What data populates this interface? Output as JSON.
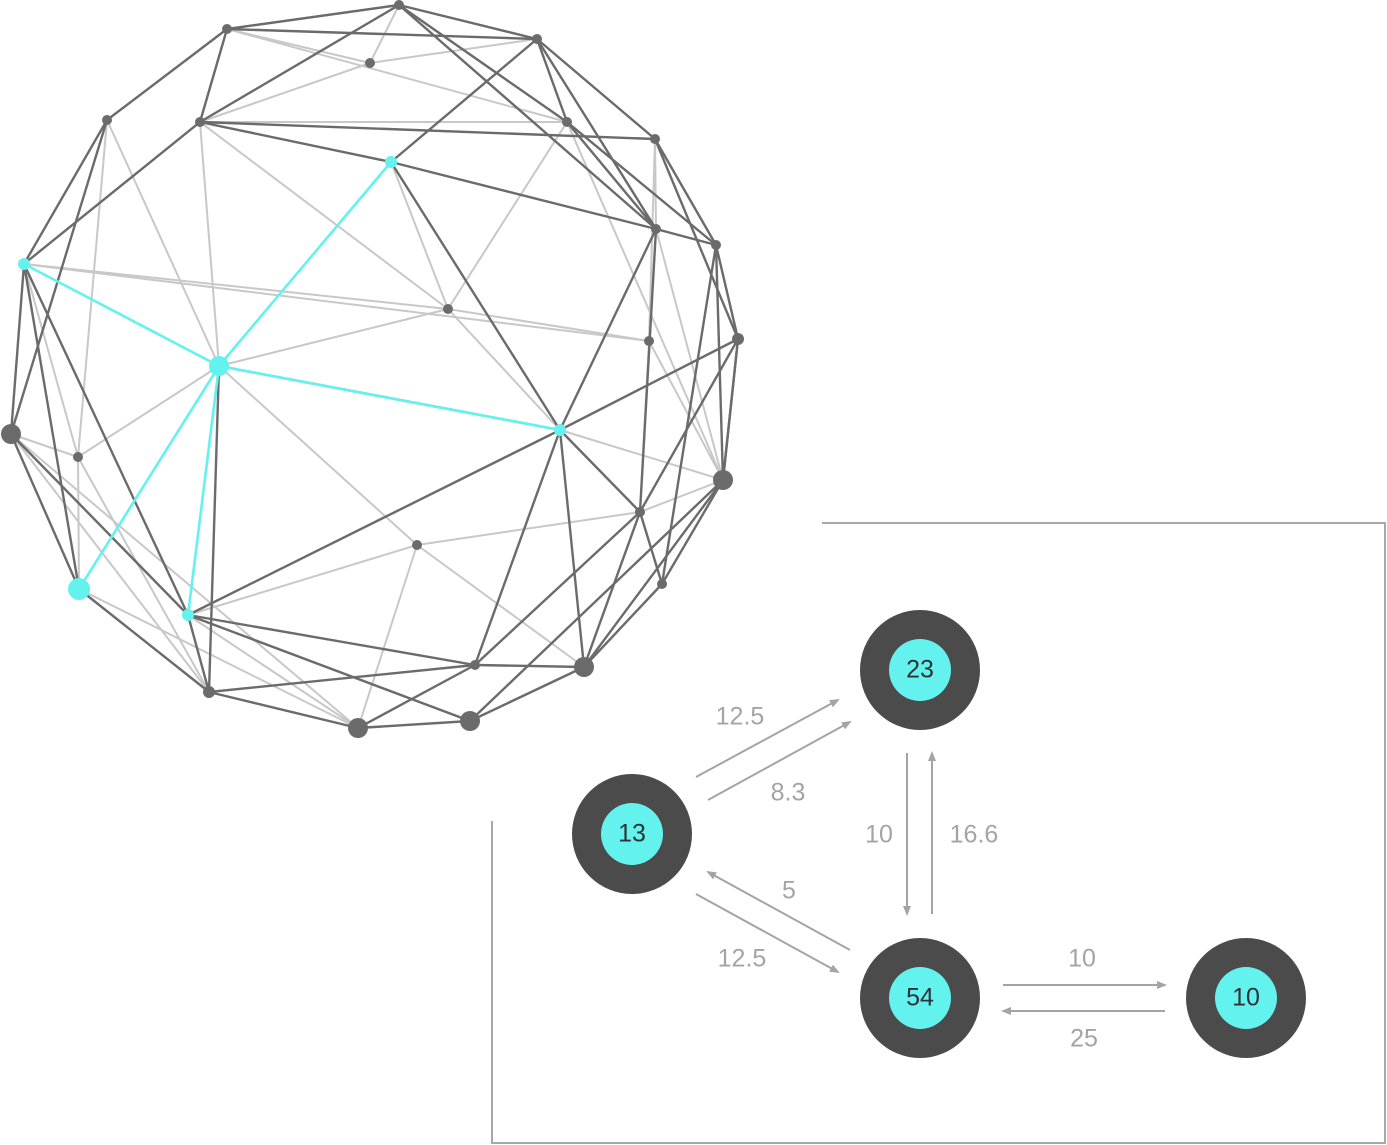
{
  "diagram": {
    "colors": {
      "background": "#ffffff",
      "sphere_front_edge": "#6b6b6b",
      "sphere_back_edge": "#c8c8c8",
      "sphere_vertex": "#6b6b6b",
      "highlight": "#63f2ee",
      "node_outer": "#4b4b4b",
      "node_inner": "#63f2ee",
      "node_text": "#2c3338",
      "arrow": "#a4a4a4",
      "frame": "#a8a8a8"
    },
    "nodes": [
      {
        "id": "n13",
        "label": "13"
      },
      {
        "id": "n23",
        "label": "23"
      },
      {
        "id": "n54",
        "label": "54"
      },
      {
        "id": "n10",
        "label": "10"
      }
    ],
    "flows": [
      {
        "from": "n13",
        "to": "n23",
        "label": "12.5"
      },
      {
        "from": "n13",
        "to": "n23",
        "label": "8.3"
      },
      {
        "from": "n23",
        "to": "n54",
        "label": "10"
      },
      {
        "from": "n54",
        "to": "n23",
        "label": "16.6"
      },
      {
        "from": "n54",
        "to": "n13",
        "label": "5"
      },
      {
        "from": "n13",
        "to": "n54",
        "label": "12.5"
      },
      {
        "from": "n54",
        "to": "n10",
        "label": "10"
      },
      {
        "from": "n10",
        "to": "n54",
        "label": "25"
      }
    ]
  }
}
